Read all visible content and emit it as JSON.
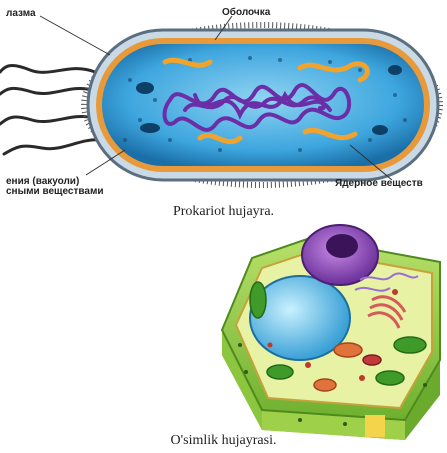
{
  "prokaryote": {
    "labels": {
      "top_left": "лазма",
      "top_center": "Оболочка",
      "left_line1": "ения (вакуоли)",
      "left_line2": "сными веществами",
      "right": "Ядерное веществ"
    },
    "caption": "Prokariot hujayra."
  },
  "plant_cell": {
    "caption": "O'simlik hujayrasi."
  }
}
